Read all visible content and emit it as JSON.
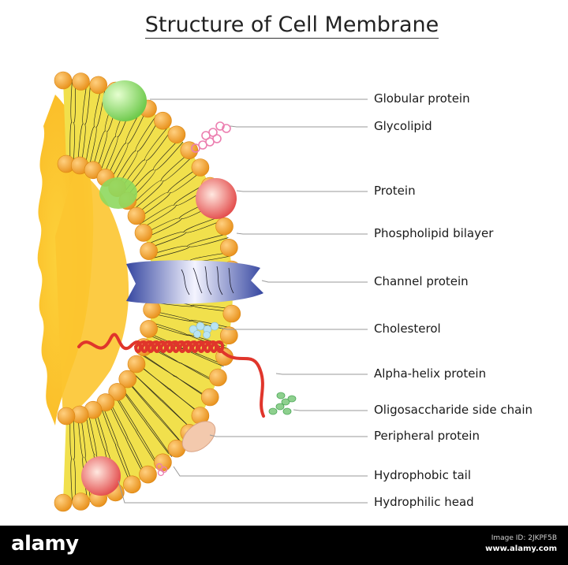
{
  "title": "Structure of Cell Membrane",
  "labels": [
    "Globular protein",
    "Glycolipid",
    "Protein",
    "Phospholipid bilayer",
    "Channel protein",
    "Cholesterol",
    "Alpha-helix protein",
    "Oligosaccharide side chain",
    "Peripheral protein",
    "Hydrophobic tail",
    "Hydrophilic head"
  ],
  "footer": {
    "brand": "alamy",
    "image_id": "Image ID: 2JKPF5B",
    "site": "www.alamy.com"
  },
  "colors": {
    "head": "#f0a020",
    "membrane": "#f2e24a",
    "cytoplasm": "#fbc832",
    "globular_protein": "#7cd65a",
    "protein_red": "#e03c3c",
    "channel_protein": "#3f4fa8",
    "cholesterol": "#a8d8ea",
    "alpha_helix": "#e0352b",
    "oligosaccharide": "#6ec27a",
    "glycolipid": "#f08ab6",
    "peripheral_protein": "#f2c6a8",
    "leader": "#9a9a9a",
    "footer_bg": "#000000"
  }
}
